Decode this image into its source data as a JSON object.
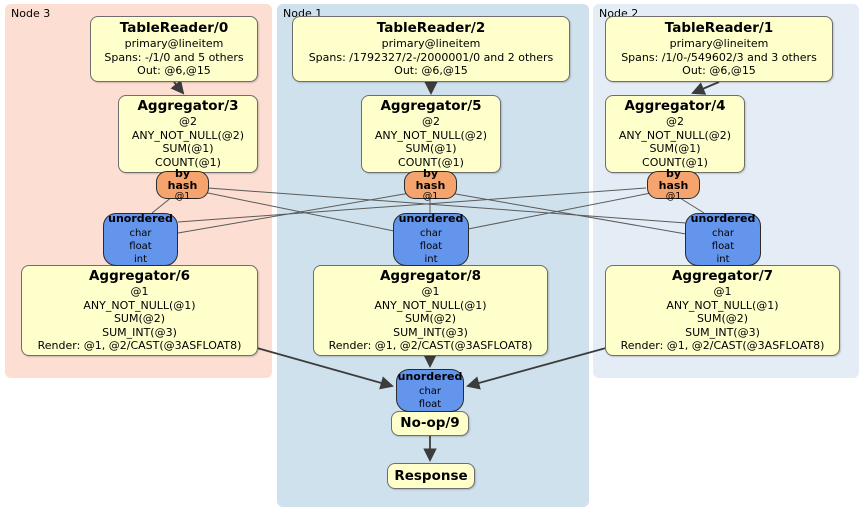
{
  "colors": {
    "node3_bg": "#fcded2",
    "node1_bg": "#cfe1ec",
    "node2_bg": "#e4edf5",
    "processor_fill": "#ffffcc",
    "router_fill": "#f5a46e",
    "sync_fill": "#6495ed",
    "edge_thick": "#3c3c3c",
    "edge_thin": "#5a5a5a"
  },
  "nodes": [
    {
      "label": "Node 3",
      "table_reader": {
        "title": "TableReader/0",
        "index": "primary@lineitem",
        "spans": "Spans: -/1/0 and 5 others",
        "out": "Out: @6,@15"
      },
      "pre_aggregator": {
        "title": "Aggregator/3",
        "lines": [
          "@2",
          "ANY_NOT_NULL(@2)",
          "SUM(@1)",
          "COUNT(@1)"
        ]
      },
      "router": {
        "title": "by hash",
        "key": "@1"
      },
      "sync": {
        "title": "unordered",
        "streams": [
          "char",
          "float",
          "int"
        ]
      },
      "final_aggregator": {
        "title": "Aggregator/6",
        "lines": [
          "@1",
          "ANY_NOT_NULL(@1)",
          "SUM(@2)",
          "SUM_INT(@3)",
          "Render: @1, @2/CAST(@3ASFLOAT8)"
        ]
      }
    },
    {
      "label": "Node 1",
      "table_reader": {
        "title": "TableReader/2",
        "index": "primary@lineitem",
        "spans": "Spans: /1792327/2-/2000001/0 and 2 others",
        "out": "Out: @6,@15"
      },
      "pre_aggregator": {
        "title": "Aggregator/5",
        "lines": [
          "@2",
          "ANY_NOT_NULL(@2)",
          "SUM(@1)",
          "COUNT(@1)"
        ]
      },
      "router": {
        "title": "by hash",
        "key": "@1"
      },
      "sync": {
        "title": "unordered",
        "streams": [
          "char",
          "float",
          "int"
        ]
      },
      "final_aggregator": {
        "title": "Aggregator/8",
        "lines": [
          "@1",
          "ANY_NOT_NULL(@1)",
          "SUM(@2)",
          "SUM_INT(@3)",
          "Render: @1, @2/CAST(@3ASFLOAT8)"
        ]
      }
    },
    {
      "label": "Node 2",
      "table_reader": {
        "title": "TableReader/1",
        "index": "primary@lineitem",
        "spans": "Spans: /1/0-/549602/3 and 3 others",
        "out": "Out: @6,@15"
      },
      "pre_aggregator": {
        "title": "Aggregator/4",
        "lines": [
          "@2",
          "ANY_NOT_NULL(@2)",
          "SUM(@1)",
          "COUNT(@1)"
        ]
      },
      "router": {
        "title": "by hash",
        "key": "@1"
      },
      "sync": {
        "title": "unordered",
        "streams": [
          "char",
          "float",
          "int"
        ]
      },
      "final_aggregator": {
        "title": "Aggregator/7",
        "lines": [
          "@1",
          "ANY_NOT_NULL(@1)",
          "SUM(@2)",
          "SUM_INT(@3)",
          "Render: @1, @2/CAST(@3ASFLOAT8)"
        ]
      }
    }
  ],
  "output": {
    "sync": {
      "title": "unordered",
      "streams": [
        "char",
        "float"
      ]
    },
    "noop": {
      "title": "No-op/9"
    },
    "response": {
      "title": "Response"
    }
  }
}
